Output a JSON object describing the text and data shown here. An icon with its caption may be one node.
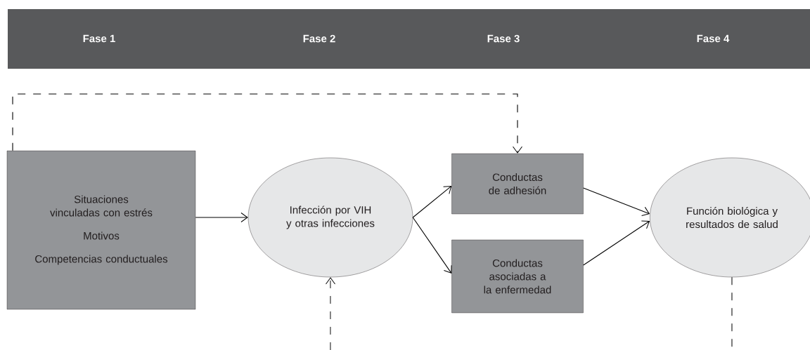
{
  "diagram": {
    "nodes": [
      {
        "text": [
          "Situaciones vinculadas con estrés",
          "Motivos",
          "Competencias conductuales"
        ]
      },
      {
        "text": [
          "Infección por VIH y otras infecciones"
        ]
      },
      {
        "text": [
          "Conductas de adhesión"
        ]
      },
      {
        "text": [
          "Conductas asociadas a la enfermedad"
        ]
      },
      {
        "text": [
          "Función biológica y resultados de salud"
        ]
      }
    ],
    "edges": [
      {
        "from": 0,
        "to": 1,
        "arrow": "to"
      },
      {
        "from": 1,
        "to": 2,
        "arrow": "to"
      },
      {
        "from": 1,
        "to": 3,
        "arrow": "to"
      },
      {
        "from": 2,
        "to": 4,
        "arrow": "to"
      },
      {
        "from": 3,
        "to": 4,
        "arrow": "to"
      },
      {
        "from": 0,
        "to": 2,
        "arrow": "to",
        "style": "dashed"
      },
      {
        "from": 4,
        "to": null,
        "arrow": "none",
        "style": "dashed"
      },
      {
        "from": null,
        "to": 1,
        "arrow": "to",
        "style": "dashed"
      }
    ],
    "labels": [
      "Fase 1",
      "Fase 2",
      "Fase 3",
      "Fase 4"
    ]
  }
}
